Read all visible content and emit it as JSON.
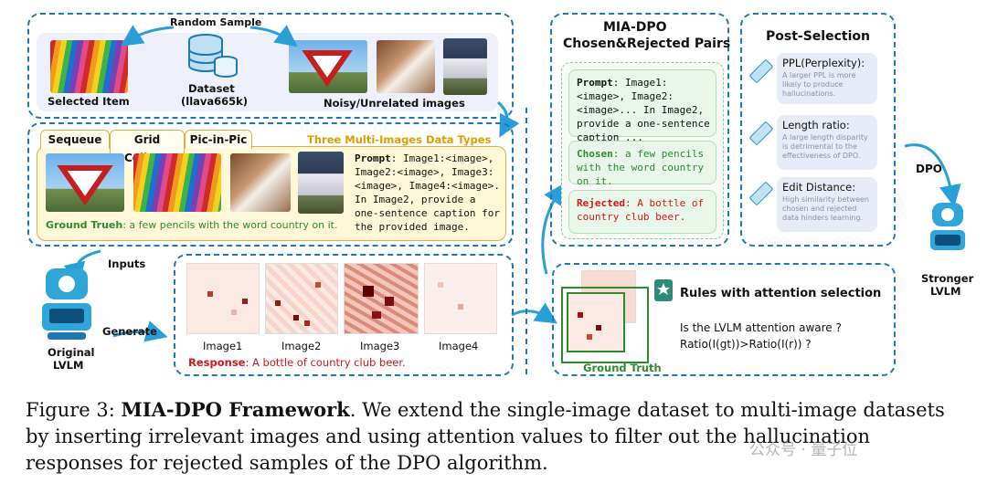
{
  "left_top": {
    "random_sample": "Random Sample",
    "selected_item": "Selected Item",
    "dataset_name": "Dataset",
    "dataset_sub": "(llava665k)",
    "noisy_label": "Noisy/Unrelated images"
  },
  "data_types": {
    "tabs": [
      "Sequeue",
      "Grid Collage",
      "Pic-in-Pic"
    ],
    "heading": "Three Multi-Images Data Types",
    "prompt_label": "Prompt",
    "prompt_text": ": Image1:<image>, Image2:<image>, Image3: <image>, Image4:<image>. In Image2, provide a one-sentence caption for the provided image.",
    "ground_truth_label": "Ground Trueh",
    "ground_truth_text": ": a few pencils with the word country on it."
  },
  "robot": {
    "inputs": "Inputs",
    "generate": "Generate",
    "original_l1": "Original",
    "original_l2": "LVLM",
    "stronger_l1": "Stronger",
    "stronger_l2": "LVLM",
    "dpo": "DPO"
  },
  "attention": {
    "image_labels": [
      "Image1",
      "Image2",
      "Image3",
      "Image4"
    ],
    "response_label": "Response",
    "response_text": ": A bottle of country club beer."
  },
  "pairs": {
    "title_l1": "MIA-DPO",
    "title_l2": "Chosen&Rejected Pairs",
    "prompt_label": "Prompt",
    "prompt_text": ": Image1:<image>, Image2:<image>... In Image2, provide a one-sentence caption ...",
    "chosen_label": "Chosen",
    "chosen_text": ": a few pencils with the word country on it.",
    "rejected_label": "Rejected",
    "rejected_text": ": A bottle of country club beer."
  },
  "post_selection": {
    "title": "Post-Selection",
    "items": [
      {
        "title": "PPL(Perplexity):",
        "desc": "A larger PPL is more likely to produce hallucinations."
      },
      {
        "title": "Length ratio:",
        "desc": "A large length disparity is detrimental to the effectiveness of DPO."
      },
      {
        "title": "Edit Distance:",
        "desc": "High similarity between chosen and rejected data hinders learning."
      }
    ]
  },
  "rules": {
    "title": "Rules with attention selection",
    "question": "Is the LVLM attention aware ?",
    "formula": "Ratio(I(gt))>Ratio(I(r)) ?",
    "ground_truth": "Ground Truth"
  },
  "caption": {
    "fig_label": "Figure 3:",
    "fig_title": "MIA-DPO Framework",
    "text": ". We extend the single-image dataset to multi-image datasets by inserting irrelevant images and using attention values to filter out the hallucination responses for rejected samples of the DPO algorithm."
  },
  "watermark": "公众号 · 量子位",
  "colors": {
    "dash_blue": "#1f78b4",
    "green": "#2e8b2e",
    "red": "#d01919",
    "orange_heading": "#d9a000"
  }
}
